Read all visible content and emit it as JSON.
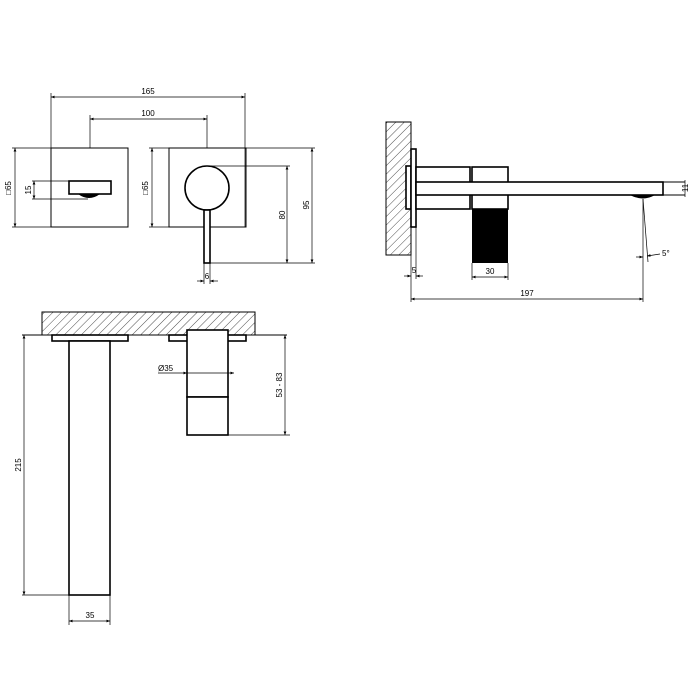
{
  "front_view": {
    "overall_width": "165",
    "center_distance": "100",
    "spout_plate_size": "□65",
    "spout_slot_height": "15",
    "mixer_plate_size": "□65",
    "handle_height": "80",
    "total_height": "95",
    "lever_width": "6"
  },
  "side_view": {
    "plate_thickness": "5",
    "knob_width": "30",
    "spout_projection": "197",
    "spout_thickness": "11",
    "outlet_angle": "5°"
  },
  "top_view": {
    "spout_length": "215",
    "spout_width": "35",
    "body_diameter": "Ø35",
    "wall_depth_range": "53 - 83"
  },
  "colors": {
    "line": "#000000",
    "background": "#ffffff"
  }
}
